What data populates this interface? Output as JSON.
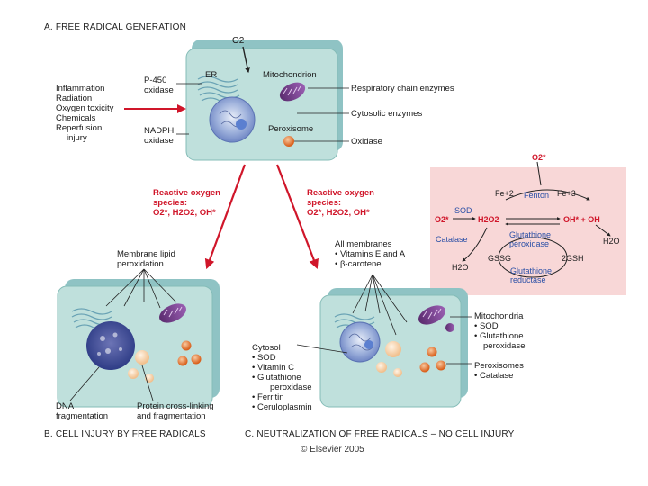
{
  "sectionA": {
    "title": "A. FREE RADICAL GENERATION",
    "o2_label": "O2",
    "er_label": "ER",
    "mito_label": "Mitochondrion",
    "peroxisome_label": "Peroxisome",
    "p450": [
      "P-450",
      "oxidase"
    ],
    "nadph": [
      "NADPH",
      "oxidase"
    ],
    "causes": [
      "Inflammation",
      "Radiation",
      "Oxygen toxicity",
      "Chemicals",
      "Reperfusion",
      "injury"
    ],
    "right_labels": [
      "Respiratory chain enzymes",
      "Cytosolic enzymes",
      "Oxidase"
    ]
  },
  "ros": {
    "left": [
      "Reactive oxygen",
      "species:",
      "O2*, H2O2, OH*"
    ],
    "right": [
      "Reactive oxygen",
      "species:",
      "O2*, H2O2, OH*"
    ]
  },
  "sectionB": {
    "title": "B. CELL INJURY BY FREE RADICALS",
    "membrane": [
      "Membrane lipid",
      "peroxidation"
    ],
    "dna": [
      "DNA",
      "fragmentation"
    ],
    "protein": [
      "Protein cross-linking",
      "and fragmentation"
    ]
  },
  "sectionC": {
    "title": "C. NEUTRALIZATION OF FREE RADICALS – NO CELL INJURY",
    "membranes": [
      "All membranes",
      "• Vitamins E and A",
      "• β-carotene"
    ],
    "cytosol": [
      "Cytosol",
      "• SOD",
      "• Vitamin C",
      "• Glutathione",
      "peroxidase",
      "• Ferritin",
      "• Ceruloplasmin"
    ],
    "mitochondria": [
      "Mitochondria",
      "• SOD",
      "• Glutathione",
      "peroxidase"
    ],
    "peroxisomes": [
      "Peroxisomes",
      "• Catalase"
    ]
  },
  "inset": {
    "o2_top": "O2*",
    "fe2": "Fe+2",
    "fenton": "Fenton",
    "fe3": "Fe+3",
    "o2_left": "O2*",
    "sod": "SOD",
    "h2o2": "H2O2",
    "oh": "OH* + OH–",
    "catalase": "Catalase",
    "gp": [
      "Glutathione",
      "peroxidase"
    ],
    "h2o_right": "H2O",
    "h2o_left": "H2O",
    "gssg": "GSSG",
    "twogsh": "2GSH",
    "gr": [
      "Glutathione",
      "reductase"
    ]
  },
  "footer": {
    "copyright": "© Elsevier 2005"
  },
  "colors": {
    "cell_fill": "#b9dbd6",
    "cell_border": "#7fb9b4",
    "red": "#d0162a",
    "inset_bg": "#f8d7d7",
    "blue": "#2a4fa6"
  }
}
